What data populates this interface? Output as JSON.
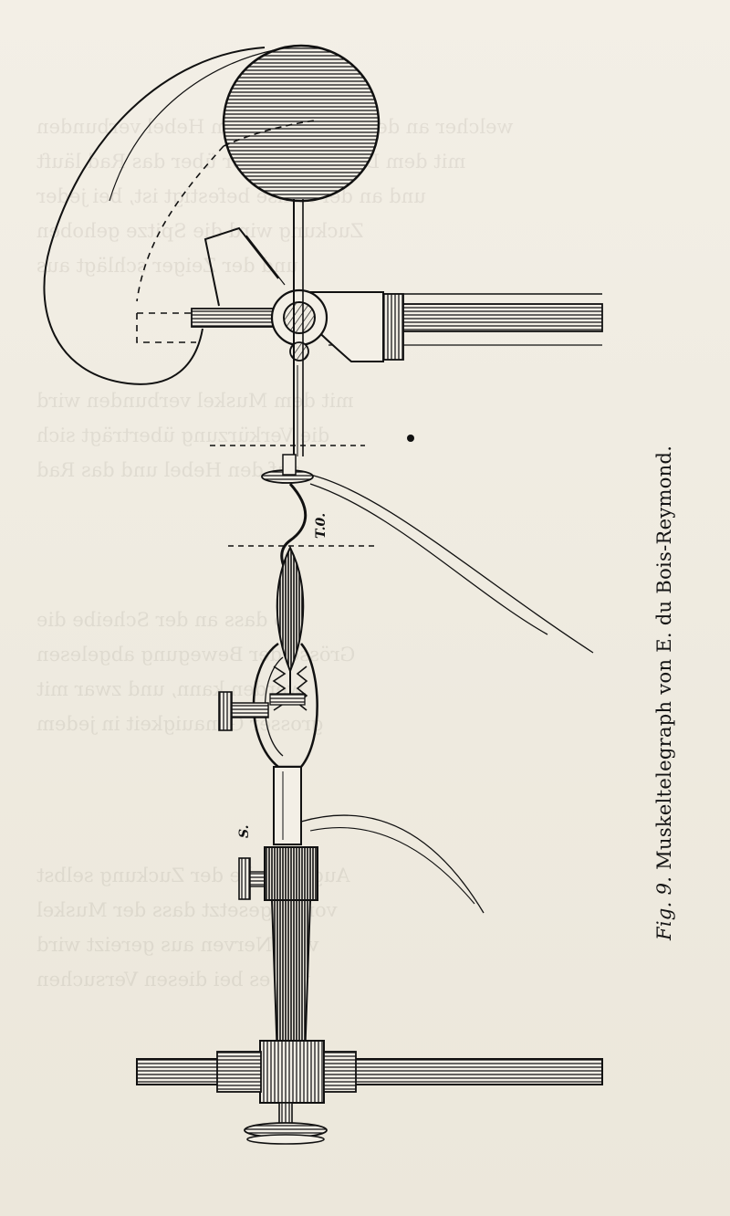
{
  "figure": {
    "fig_label": "Fig. 9.",
    "caption_text": "Muskeltelegraph von E. du Bois-Reymond."
  },
  "labels": {
    "t0": "T.0.",
    "s": "S."
  },
  "colors": {
    "ink": "#141414",
    "paper": "#f1ede3"
  }
}
